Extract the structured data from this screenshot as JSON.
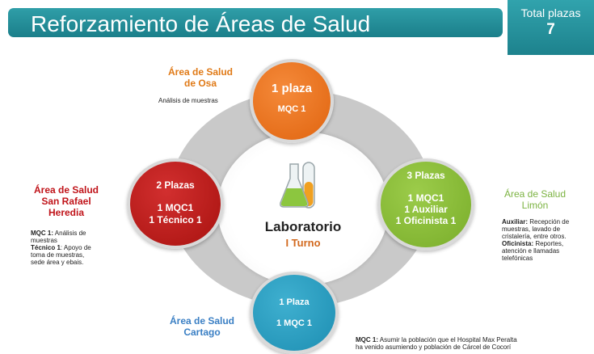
{
  "title": "Reforzamiento de Áreas de Salud",
  "total": {
    "label": "Total plazas",
    "value": "7"
  },
  "center": {
    "title": "Laboratorio",
    "subtitle": "I Turno"
  },
  "osa": {
    "circle": {
      "line1": "1 plaza",
      "line2": "MQC 1"
    },
    "area": [
      "Área de Salud",
      "de Osa"
    ],
    "desc": "Análisis de muestras"
  },
  "heredia": {
    "circle": {
      "line1": "2 Plazas",
      "line2": "1 MQC1",
      "line3": "1 Técnico 1"
    },
    "area": [
      "Área de Salud",
      "San Rafael",
      "Heredia"
    ],
    "desc": [
      {
        "label": "MQC 1:",
        "text": "Análisis de"
      },
      {
        "text": "muestras"
      },
      {
        "label": "Técnico 1",
        "text": ": Apoyo de"
      },
      {
        "text": "toma de muestras,"
      },
      {
        "text": "sede área y ebais."
      }
    ]
  },
  "limon": {
    "circle": {
      "line1": "3 Plazas",
      "line2": "1 MQC1",
      "line3": "1 Auxiliar",
      "line4": "1 Oficinista 1"
    },
    "area": [
      "Área de Salud",
      "Limón"
    ],
    "desc": [
      {
        "label": "Auxiliar:",
        "text": "Recepción de"
      },
      {
        "text": "muestras, lavado de"
      },
      {
        "text": "cristalería, entre otros."
      },
      {
        "label": "Oficinista:",
        "text": "Reportes,"
      },
      {
        "text": "atención e llamadas"
      },
      {
        "text": "telefónicas"
      }
    ]
  },
  "cartago": {
    "circle": {
      "line1": "1 Plaza",
      "line2": "1 MQC 1"
    },
    "area": [
      "Área de Salud",
      "Cartago"
    ],
    "desc": {
      "label": "MQC 1:",
      "line1": "Asumir la población que el Hospital Max Peralta",
      "line2": "ha venido asumiendo y población de Cárcel de Cocorí"
    }
  },
  "colors": {
    "banner": "#1b7f8a",
    "osa": "#e0640f",
    "heredia": "#a8120f",
    "limon": "#79ad2a",
    "cartago": "#1d8eb2",
    "area_text_orange": "#e07a17",
    "area_text_red": "#c0141a",
    "area_text_green": "#7cb342",
    "area_text_blue": "#3a7fc4"
  }
}
